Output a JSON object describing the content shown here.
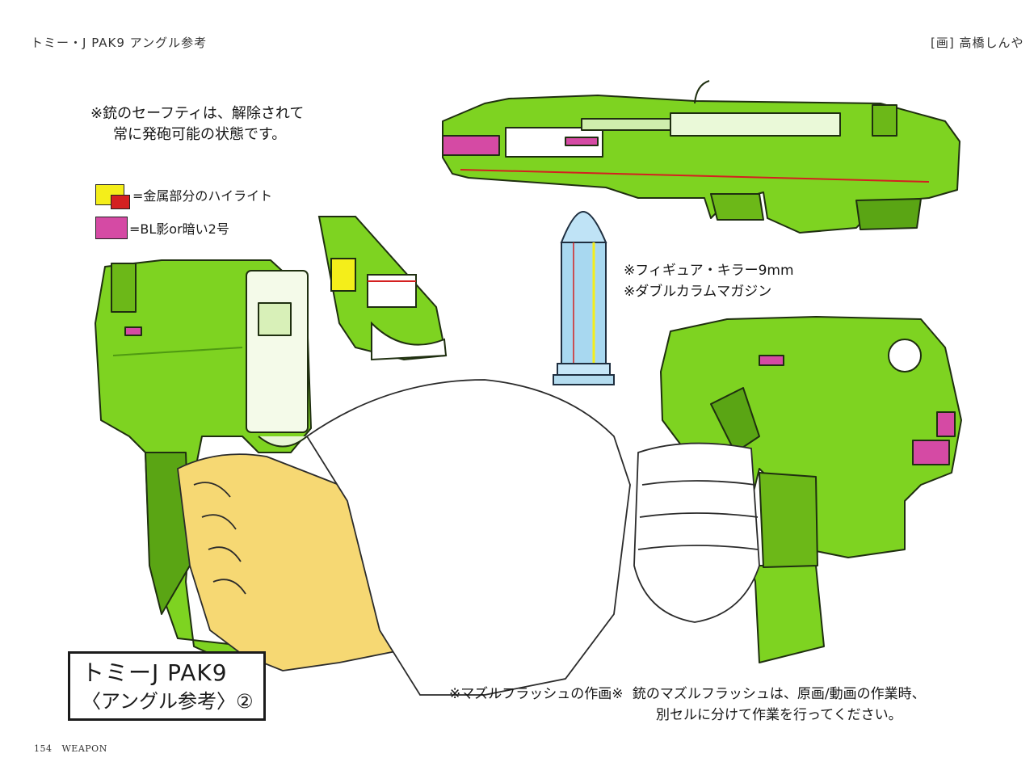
{
  "header": {
    "title": "トミー・J PAK9 アングル参考",
    "credit": "[画] 高橋しんや"
  },
  "notes": {
    "safety_line1": "※銃のセーフティは、解除されて",
    "safety_line2": "常に発砲可能の状態です。",
    "figure_line1": "※フィギュア・キラー9mm",
    "figure_line2": "※ダブルカラムマガジン",
    "muzzle_label": "※マズルフラッシュの作画※",
    "muzzle_line1": "銃のマズルフラッシュは、原画/動画の作業時、",
    "muzzle_line2": "別セルに分けて作業を行ってください。"
  },
  "legend": {
    "highlight": "=金属部分のハイライト",
    "shadow": "=BL影or暗い2号"
  },
  "title_box": {
    "line1": "トミーJ PAK9",
    "line2": "〈アングル参考〉②"
  },
  "footer": {
    "page_number": "154",
    "section": "WEAPON"
  },
  "colors": {
    "gun_green": "#7ed321",
    "gun_dark": "#4f9a12",
    "highlight_yellow": "#f4ee1a",
    "highlight_red": "#d42020",
    "shadow_pink": "#d54aa4",
    "skin_yellow": "#f6d873",
    "bullet_blue": "#a8d8f0"
  }
}
